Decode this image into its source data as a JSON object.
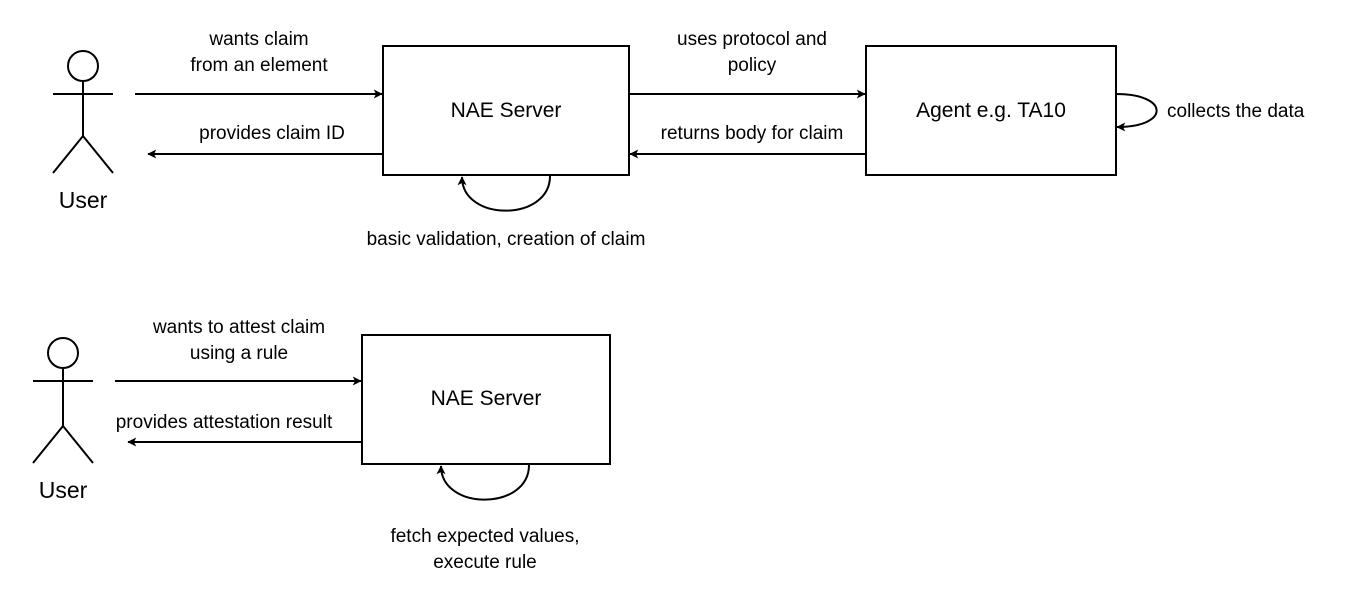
{
  "diagram_1": {
    "actor_label": "User",
    "server_label": "NAE Server",
    "agent_label": "Agent e.g. TA10",
    "request_label": [
      "wants claim",
      "from an element"
    ],
    "response_label": "provides claim ID",
    "protocol_label": [
      "uses protocol and",
      "policy"
    ],
    "return_label": "returns body for claim",
    "agent_loop_label": "collects the data",
    "server_loop_label": "basic validation, creation of claim"
  },
  "diagram_2": {
    "actor_label": "User",
    "server_label": "NAE Server",
    "request_label": [
      "wants to attest claim",
      "using a rule"
    ],
    "response_label": "provides attestation result",
    "server_loop_label": [
      "fetch expected values,",
      "execute rule"
    ]
  }
}
